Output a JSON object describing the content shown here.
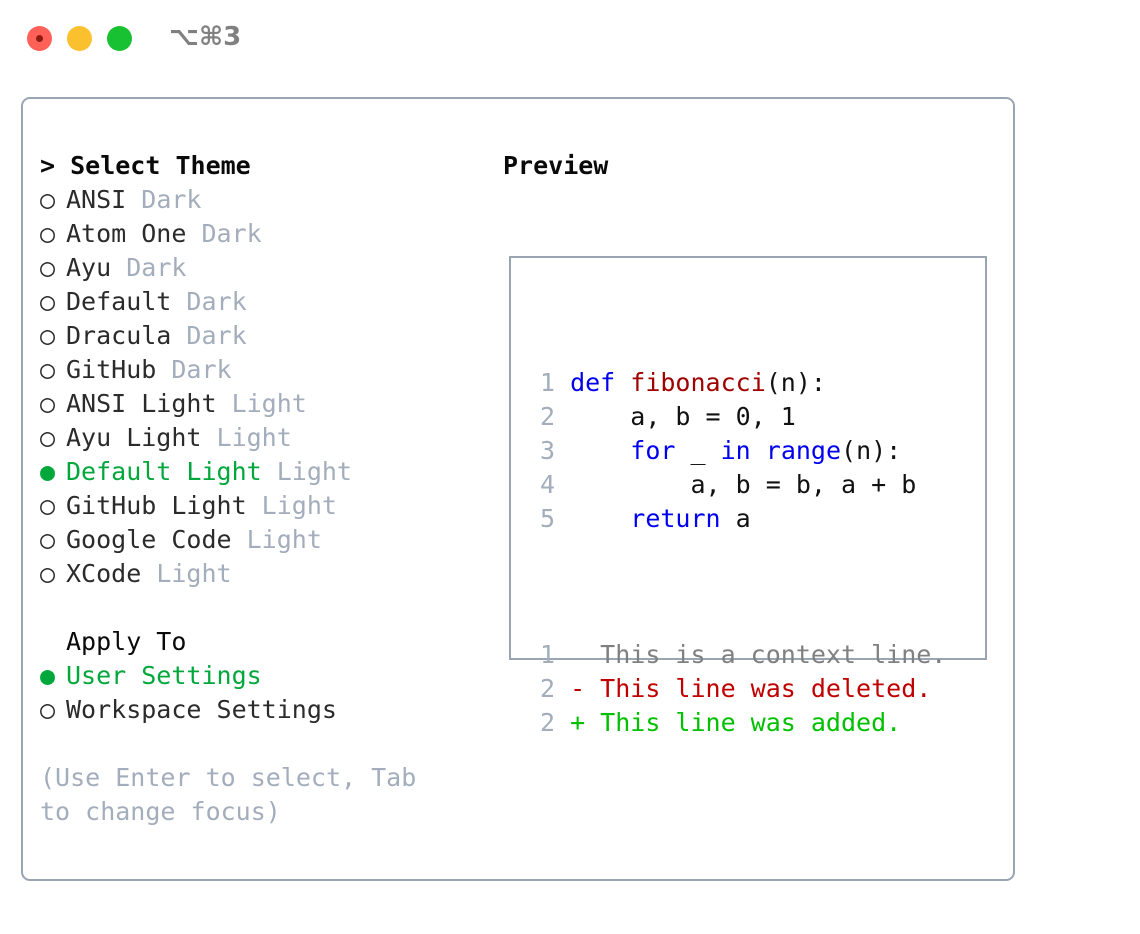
{
  "window": {
    "shortcut": "⌥⌘3",
    "traffic_lights": [
      {
        "name": "close",
        "color": "#ff6159"
      },
      {
        "name": "minimize",
        "color": "#fbc02d"
      },
      {
        "name": "maximize",
        "color": "#18c132"
      }
    ]
  },
  "colors": {
    "selected_green": "#00a83c",
    "muted_tag": "#a3adbb",
    "border": "#9aa5b4",
    "keyword_blue": "#0000ee",
    "function_red": "#a00000",
    "diff_deleted": "#c00000",
    "diff_added": "#00c000",
    "context_gray": "#808080"
  },
  "theme_list": {
    "title": "> Select Theme",
    "bullet_selected": "●",
    "bullet_unselected": "○",
    "items": [
      {
        "name": "ANSI",
        "tag": "Dark",
        "selected": false
      },
      {
        "name": "Atom One",
        "tag": "Dark",
        "selected": false
      },
      {
        "name": "Ayu",
        "tag": "Dark",
        "selected": false
      },
      {
        "name": "Default",
        "tag": "Dark",
        "selected": false
      },
      {
        "name": "Dracula",
        "tag": "Dark",
        "selected": false
      },
      {
        "name": "GitHub",
        "tag": "Dark",
        "selected": false
      },
      {
        "name": "ANSI Light",
        "tag": "Light",
        "selected": false
      },
      {
        "name": "Ayu Light",
        "tag": "Light",
        "selected": false
      },
      {
        "name": "Default Light",
        "tag": "Light",
        "selected": true
      },
      {
        "name": "GitHub Light",
        "tag": "Light",
        "selected": false
      },
      {
        "name": "Google Code",
        "tag": "Light",
        "selected": false
      },
      {
        "name": "XCode",
        "tag": "Light",
        "selected": false
      }
    ]
  },
  "apply_to": {
    "title": "Apply To",
    "items": [
      {
        "name": "User Settings",
        "selected": true
      },
      {
        "name": "Workspace Settings",
        "selected": false
      }
    ]
  },
  "hint": "(Use Enter to select, Tab to change focus)",
  "preview": {
    "title": "Preview",
    "code_lines": [
      {
        "num": "1",
        "tokens": [
          {
            "t": "def",
            "c": "kw"
          },
          {
            "t": " ",
            "c": "txt"
          },
          {
            "t": "fibonacci",
            "c": "fn"
          },
          {
            "t": "(n):",
            "c": "txt"
          }
        ]
      },
      {
        "num": "2",
        "tokens": [
          {
            "t": "    a, b = 0, 1",
            "c": "txt"
          }
        ]
      },
      {
        "num": "3",
        "tokens": [
          {
            "t": "    ",
            "c": "txt"
          },
          {
            "t": "for",
            "c": "kw"
          },
          {
            "t": " _ ",
            "c": "txt"
          },
          {
            "t": "in",
            "c": "kw"
          },
          {
            "t": " ",
            "c": "txt"
          },
          {
            "t": "range",
            "c": "kw"
          },
          {
            "t": "(n):",
            "c": "txt"
          }
        ]
      },
      {
        "num": "4",
        "tokens": [
          {
            "t": "        a, b = b, a + b",
            "c": "txt"
          }
        ]
      },
      {
        "num": "5",
        "tokens": [
          {
            "t": "    ",
            "c": "txt"
          },
          {
            "t": "return",
            "c": "kw"
          },
          {
            "t": " a",
            "c": "txt"
          }
        ]
      }
    ],
    "diff_lines": [
      {
        "num": "1",
        "text": "  This is a context line.",
        "kind": "ctx"
      },
      {
        "num": "2",
        "text": "- This line was deleted.",
        "kind": "del"
      },
      {
        "num": "2",
        "text": "+ This line was added.",
        "kind": "add"
      }
    ]
  }
}
